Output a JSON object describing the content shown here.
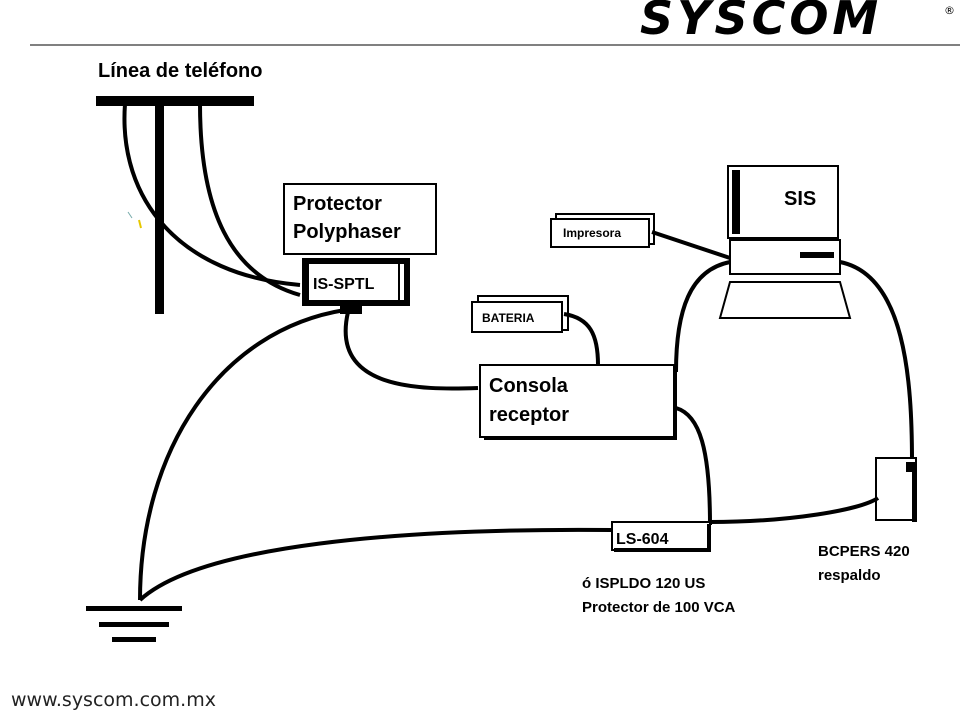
{
  "header": {
    "brand": "SYSCOM",
    "registered_mark": "®"
  },
  "title": "Línea de teléfono",
  "components": {
    "protector": {
      "line1": "Protector",
      "line2": "Polyphaser"
    },
    "is_sptl": "IS-SPTL",
    "sis": "SIS",
    "impresora": "Impresora",
    "bateria": "BATERIA",
    "consola": {
      "line1": "Consola",
      "line2": "receptor"
    },
    "ls604": "LS-604"
  },
  "notes": {
    "ispldo_line1": "ó ISPLDO 120 US",
    "ispldo_line2": "Protector de 100 VCA",
    "bcpers_line1": "BCPERS 420",
    "bcpers_line2": "respaldo"
  },
  "footer": {
    "url": "www.syscom.com.mx"
  },
  "colors": {
    "line": "#000000",
    "background": "#ffffff",
    "spark": "#e6c800"
  }
}
